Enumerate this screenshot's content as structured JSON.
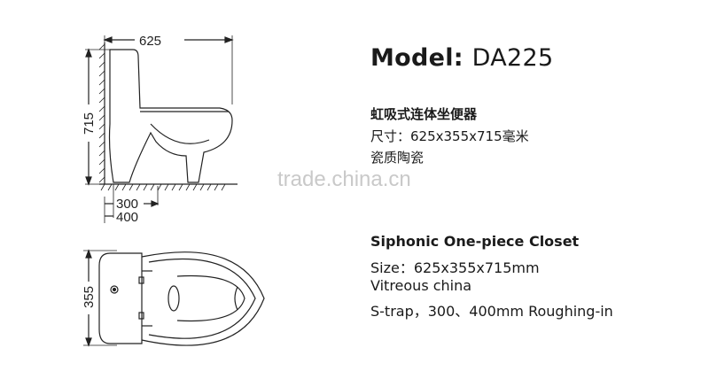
{
  "model": {
    "label": "Model:",
    "value": "DA225"
  },
  "chinese": {
    "title": "虹吸式连体坐便器",
    "size": "尺寸：625x355x715毫米",
    "material": "瓷质陶瓷"
  },
  "english": {
    "title": "Siphonic One-piece Closet",
    "size": "Size：625x355x715mm",
    "material": "Vitreous china",
    "trap": "S-trap，300、400mm Roughing-in"
  },
  "watermark": "trade.china.cn",
  "dimensions": {
    "width": "625",
    "height": "715",
    "rough_in_1": "300",
    "rough_in_2": "400",
    "depth": "355"
  }
}
